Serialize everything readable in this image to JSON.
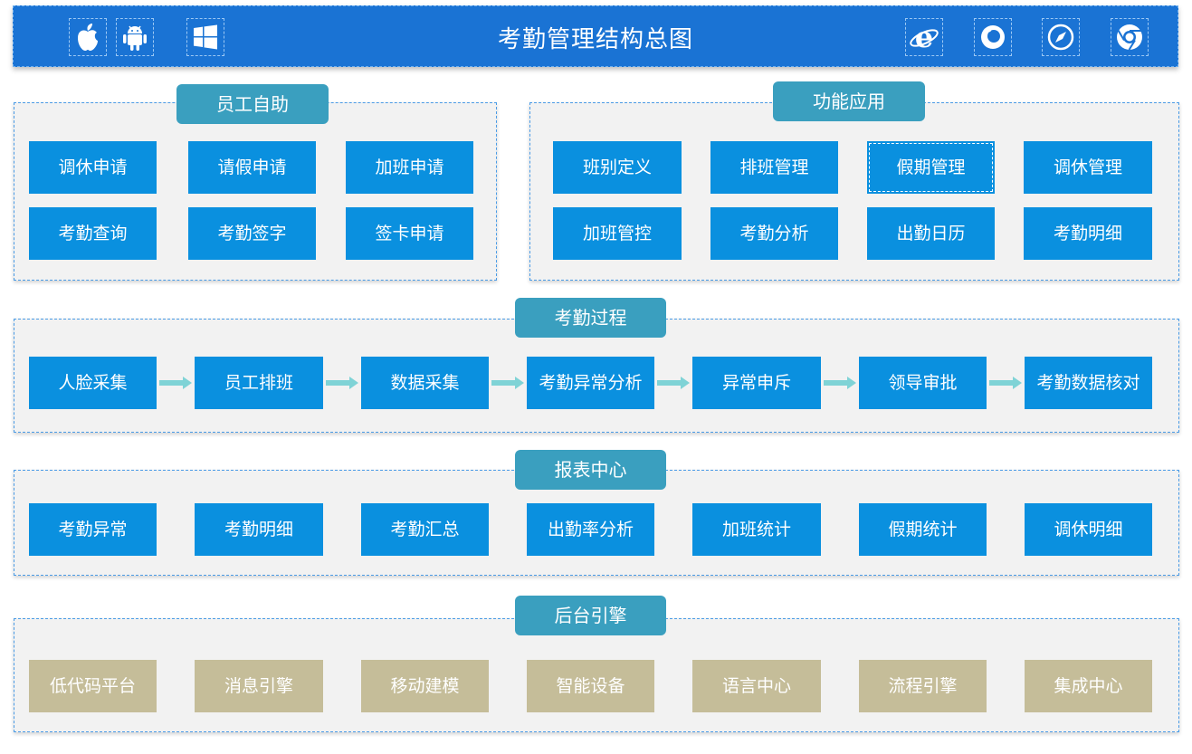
{
  "header": {
    "title": "考勤管理结构总图",
    "left_icons": [
      "apple-icon",
      "android-icon",
      "windows-icon"
    ],
    "right_icons": [
      "ie-icon",
      "firefox-icon",
      "safari-icon",
      "chrome-icon"
    ]
  },
  "self_service": {
    "title": "员工自助",
    "items": [
      "调休申请",
      "请假申请",
      "加班申请",
      "考勤查询",
      "考勤签字",
      "签卡申请"
    ]
  },
  "functions": {
    "title": "功能应用",
    "items": [
      "班别定义",
      "排班管理",
      "假期管理",
      "调休管理",
      "加班管控",
      "考勤分析",
      "出勤日历",
      "考勤明细"
    ]
  },
  "process": {
    "title": "考勤过程",
    "steps": [
      "人脸采集",
      "员工排班",
      "数据采集",
      "考勤异常分析",
      "异常申斥",
      "领导审批",
      "考勤数据核对"
    ]
  },
  "reports": {
    "title": "报表中心",
    "items": [
      "考勤异常",
      "考勤明细",
      "考勤汇总",
      "出勤率分析",
      "加班统计",
      "假期统计",
      "调休明细"
    ]
  },
  "engine": {
    "title": "后台引擎",
    "items": [
      "低代码平台",
      "消息引擎",
      "移动建模",
      "智能设备",
      "语言中心",
      "流程引擎",
      "集成中心"
    ]
  },
  "colors": {
    "header": "#1a73d4",
    "box": "#0a90df",
    "panel_title": "#3a9fbf",
    "engine_box": "#c5bd99",
    "arrow": "#7fd3d6",
    "panel_bg": "#f2f2f2"
  }
}
